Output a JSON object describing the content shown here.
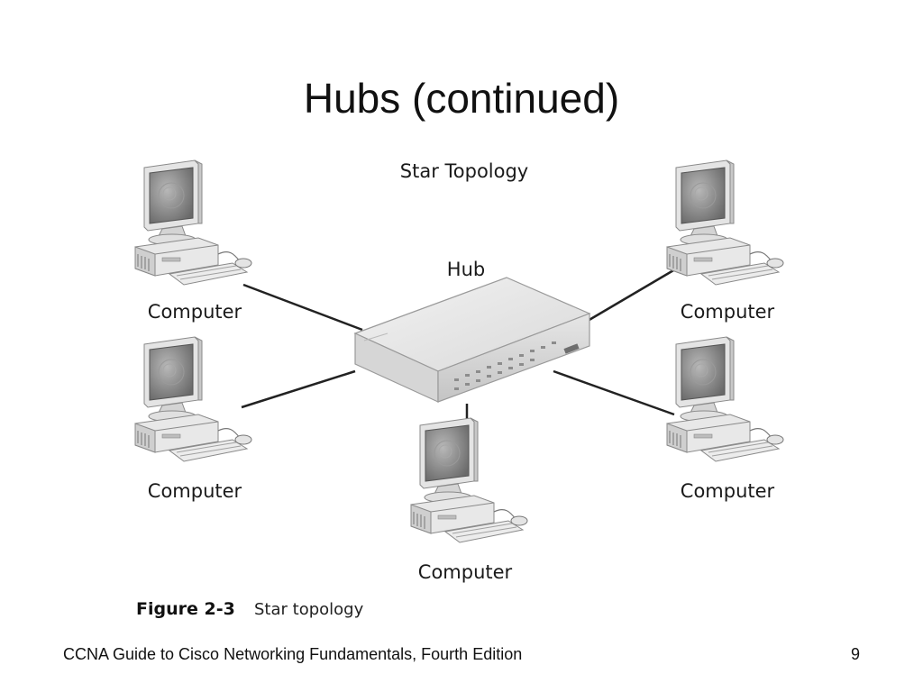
{
  "slide": {
    "title": "Hubs (continued)",
    "footer": "CCNA Guide to Cisco Networking Fundamentals, Fourth Edition",
    "page_number": "9"
  },
  "diagram": {
    "heading": "Star Topology",
    "hub_label": "Hub",
    "computers": [
      {
        "label": "Computer",
        "position": "top-left"
      },
      {
        "label": "Computer",
        "position": "bottom-left"
      },
      {
        "label": "Computer",
        "position": "bottom-center"
      },
      {
        "label": "Computer",
        "position": "top-right"
      },
      {
        "label": "Computer",
        "position": "bottom-right"
      }
    ],
    "icons": {
      "computer": "desktop-computer-icon",
      "hub": "network-hub-icon"
    }
  },
  "figure": {
    "number": "Figure 2-3",
    "caption": "Star topology"
  }
}
